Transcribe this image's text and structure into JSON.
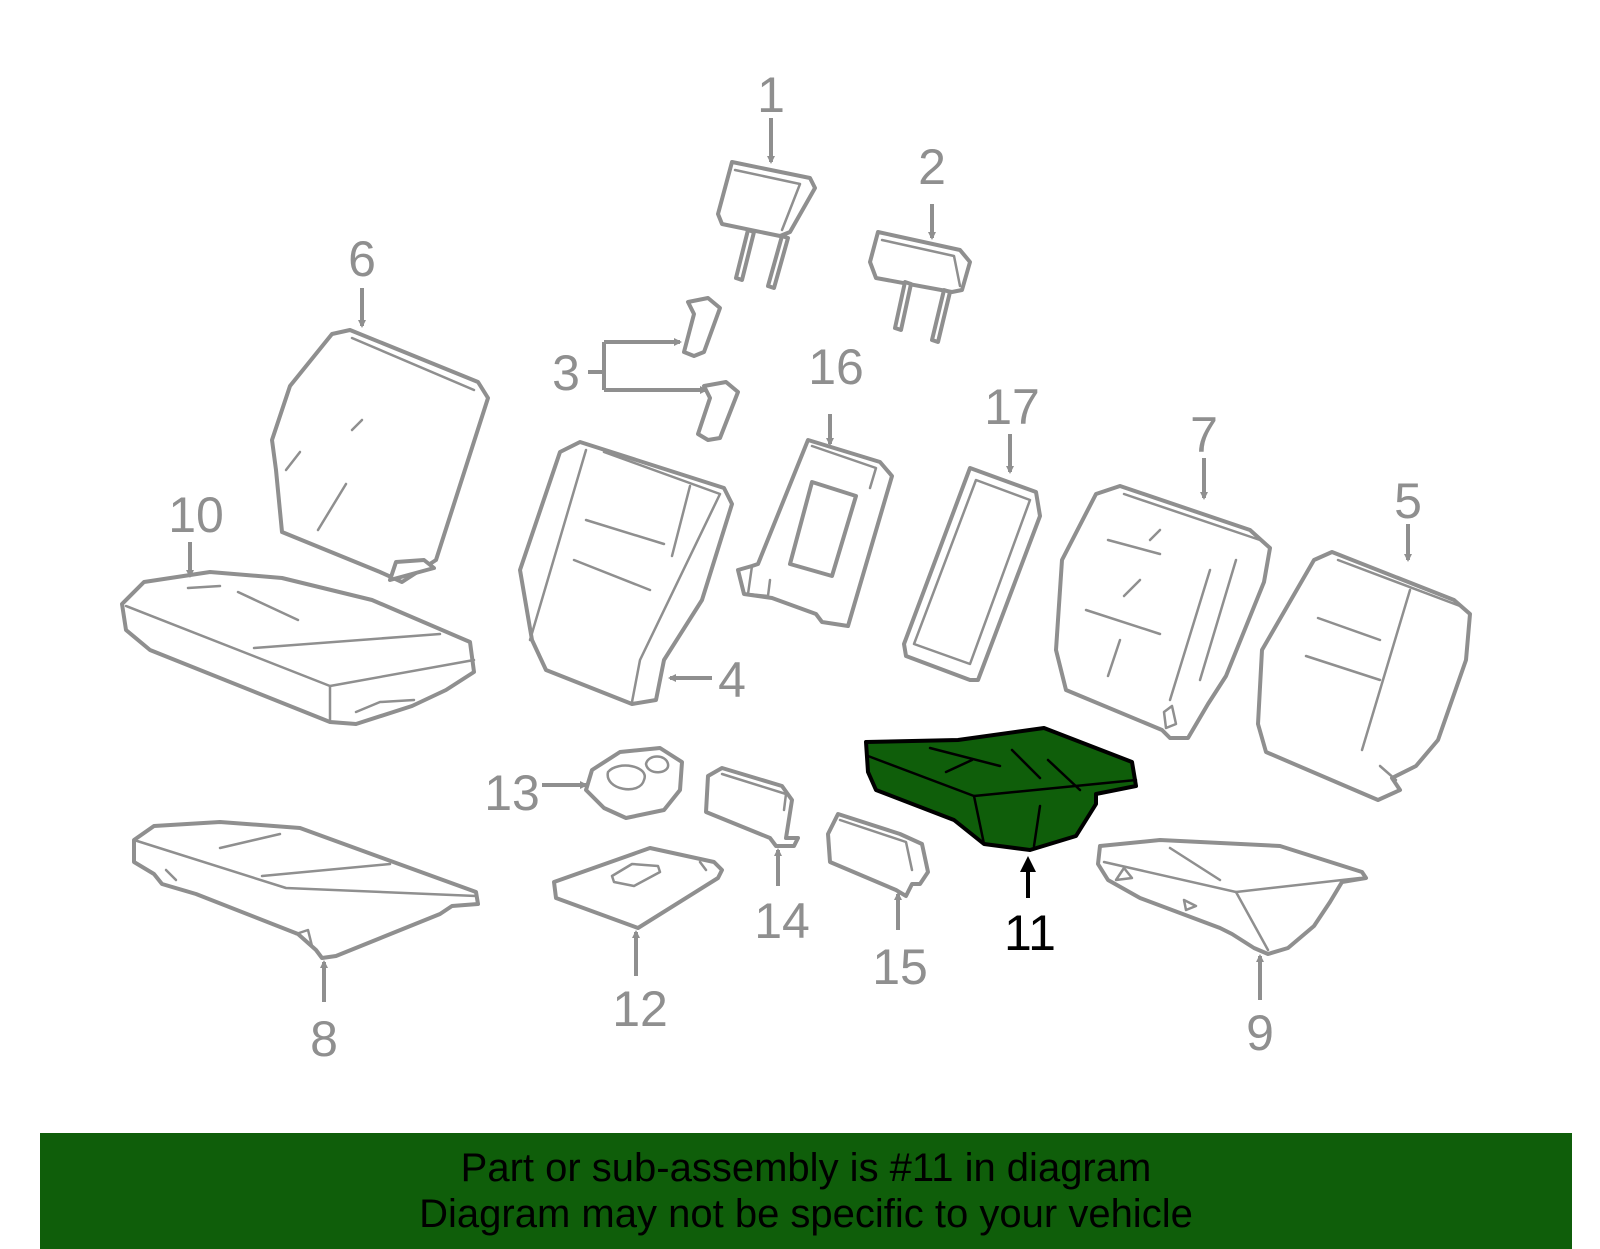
{
  "diagram": {
    "callouts": {
      "c1": "1",
      "c2": "2",
      "c3": "3",
      "c4": "4",
      "c5": "5",
      "c6": "6",
      "c7": "7",
      "c8": "8",
      "c9": "9",
      "c10": "10",
      "c11": "11",
      "c12": "12",
      "c13": "13",
      "c14": "14",
      "c15": "15",
      "c16": "16",
      "c17": "17"
    },
    "highlighted_part": "11",
    "colors": {
      "highlight": "#0f5e0a",
      "outline": "#8f8f8f",
      "highlight_outline": "#000000"
    }
  },
  "banner": {
    "line1": "Part or sub-assembly is #11 in diagram",
    "line2": "Diagram may not be specific to your vehicle"
  }
}
